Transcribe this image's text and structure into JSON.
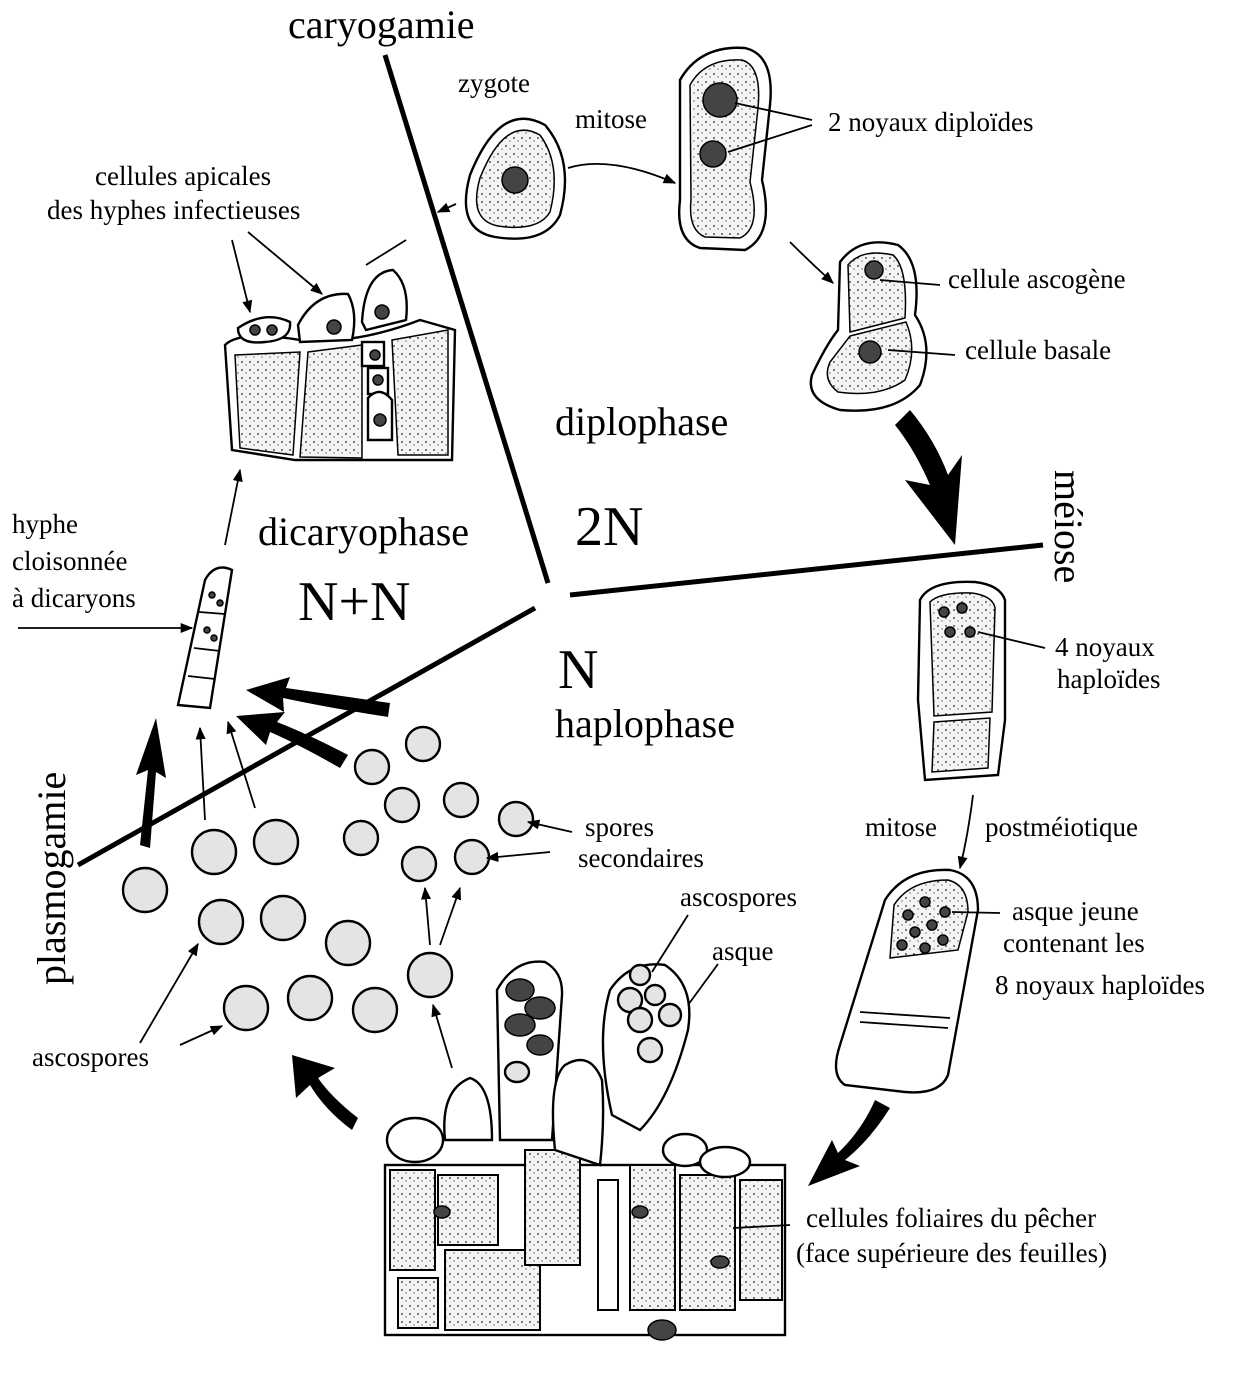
{
  "labels": {
    "caryogamie": "caryogamie",
    "zygote": "zygote",
    "mitose": "mitose",
    "noyaux_diploides": "2 noyaux diploïdes",
    "cellule_ascogene": "cellule ascogène",
    "cellule_basale": "cellule basale",
    "diplophase": "diplophase",
    "two_n": "2N",
    "meiose": "méiose",
    "noyaux_haploides_1": "4 noyaux",
    "noyaux_haploides_2": "haploïdes",
    "mitose_post_1": "mitose",
    "mitose_post_2": "postméiotique",
    "asque_jeune_1": "asque jeune",
    "asque_jeune_2": "contenant les",
    "asque_jeune_3": "8 noyaux haploïdes",
    "cellules_foliaires_1": "cellules foliaires du pêcher",
    "cellules_foliaires_2": "(face supérieure des feuilles)",
    "ascospores_top": "ascospores",
    "asque": "asque",
    "spores_sec_1": "spores",
    "spores_sec_2": "secondaires",
    "n": "N",
    "haplophase": "haplophase",
    "ascospores_left": "ascospores",
    "plasmogamie": "plasmogamie",
    "dicaryophase": "dicaryophase",
    "n_plus_n": "N+N",
    "hyphe_1": "hyphe",
    "hyphe_2": "cloisonnée",
    "hyphe_3": "à dicaryons",
    "cellules_apicales_1": "cellules apicales",
    "cellules_apicales_2": "des hyphes infectieuses"
  }
}
